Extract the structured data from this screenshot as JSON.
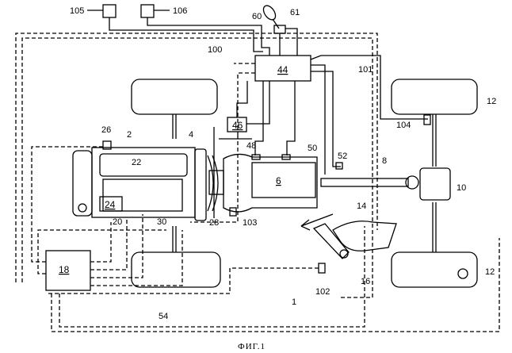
{
  "figure": {
    "caption": "ФИГ.1",
    "labels": {
      "l105": "105",
      "l106": "106",
      "l60": "60",
      "l61": "61",
      "l100": "100",
      "l101": "101",
      "l44": "44",
      "l12a": "12",
      "l12b": "12",
      "l104": "104",
      "l26": "26",
      "l2": "2",
      "l4": "4",
      "l46": "46",
      "l48": "48",
      "l50": "50",
      "l52": "52",
      "l8": "8",
      "l22": "22",
      "l6": "6",
      "l10": "10",
      "l24": "24",
      "l20": "20",
      "l30": "30",
      "l28": "28",
      "l103": "103",
      "l14": "14",
      "l18": "18",
      "l16": "16",
      "l102": "102",
      "l1": "1",
      "l54": "54"
    }
  }
}
